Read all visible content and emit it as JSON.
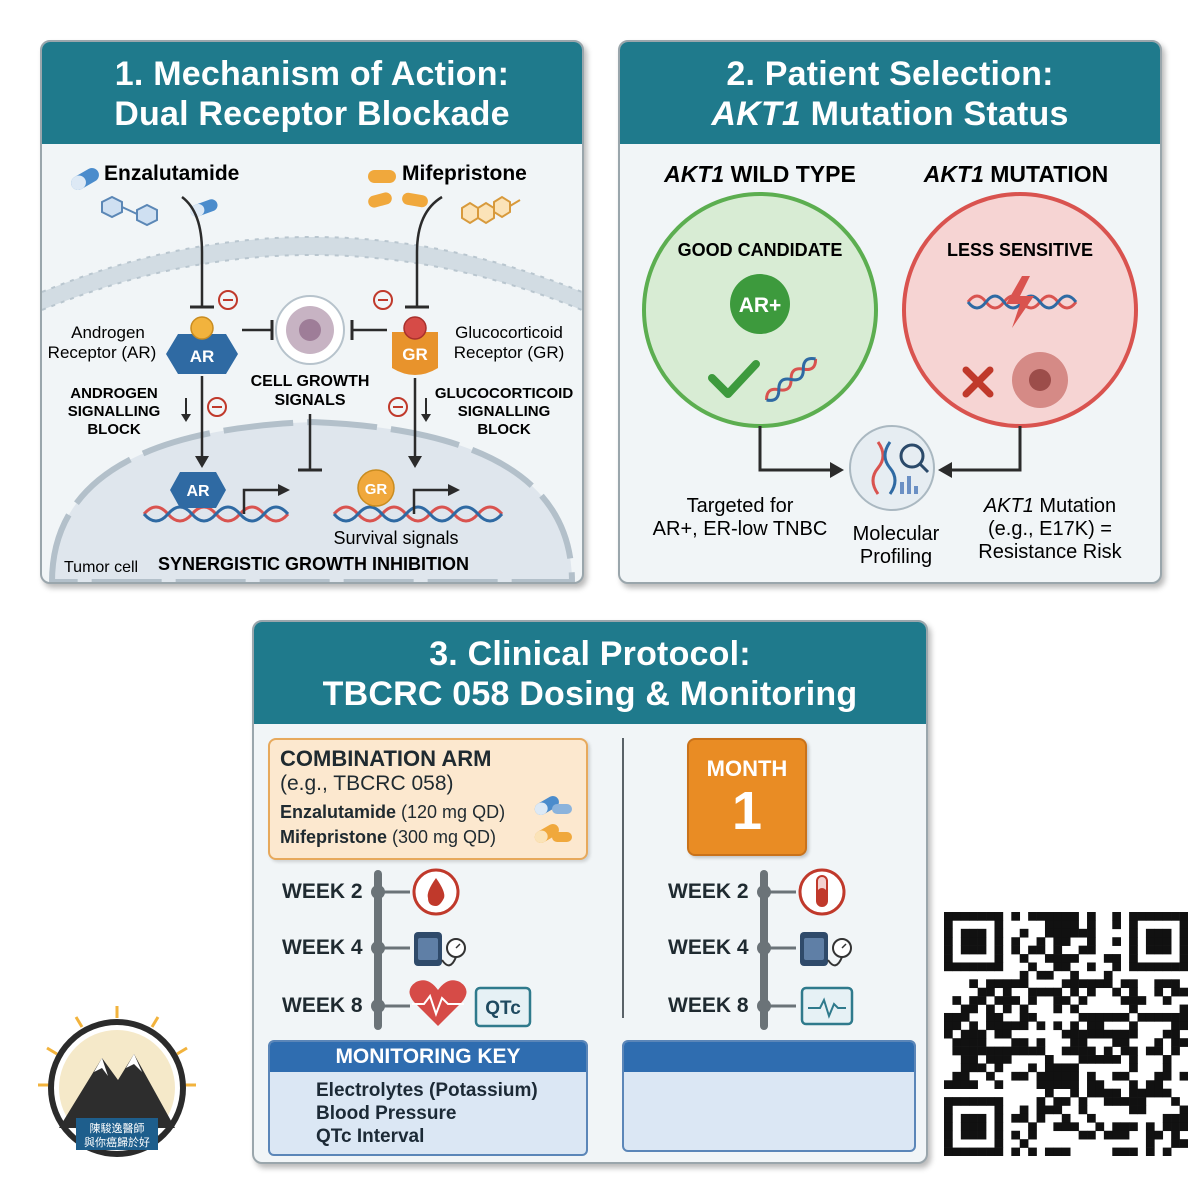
{
  "panel1": {
    "title_line1": "1. Mechanism of Action:",
    "title_line2": "Dual Receptor Blockade",
    "drug_left": "Enzalutamide",
    "drug_right": "Mifepristone",
    "ar_label_line1": "Androgen",
    "ar_label_line2": "Receptor (AR)",
    "gr_label_line1": "Glucocorticoid",
    "gr_label_line2": "Receptor (GR)",
    "ar_badge": "AR",
    "gr_badge": "GR",
    "center_line1": "CELL GROWTH",
    "center_line2": "SIGNALS",
    "ar_block_line1": "ANDROGEN",
    "ar_block_line2": "SIGNALLING",
    "ar_block_line3": "BLOCK",
    "gr_block_line1": "GLUCOCORTICOID",
    "gr_block_line2": "SIGNALLING",
    "gr_block_line3": "BLOCK",
    "survival": "Survival signals",
    "tumor": "Tumor cell",
    "synergy": "SYNERGISTIC GROWTH INHIBITION"
  },
  "panel2": {
    "title_line1": "2. Patient Selection:",
    "title_gene": "AKT1",
    "title_rest": " Mutation Status",
    "wt_gene": "AKT1",
    "wt_rest": " WILD TYPE",
    "mut_gene": "AKT1",
    "mut_rest": " MUTATION",
    "good": "GOOD CANDIDATE",
    "less": "LESS SENSITIVE",
    "ar_plus": "AR+",
    "targeted_line1": "Targeted for",
    "targeted_line2": "AR+, ER-low TNBC",
    "profiling_line1": "Molecular",
    "profiling_line2": "Profiling",
    "resist_gene": "AKT1",
    "resist_line1_rest": " Mutation",
    "resist_line2": "(e.g., E17K) =",
    "resist_line3": "Resistance Risk"
  },
  "panel3": {
    "title_line1": "3. Clinical Protocol:",
    "title_line2": "TBCRC 058 Dosing & Monitoring",
    "arm_title": "COMBINATION ARM",
    "arm_sub": "(e.g., TBCRC 058)",
    "drug1_name": "Enzalutamide",
    "drug1_dose": " (120 mg QD)",
    "drug2_name": "Mifepristone",
    "drug2_dose": " (300 mg QD)",
    "weeks_left": [
      "WEEK 2",
      "WEEK 4",
      "WEEK 8"
    ],
    "weeks_right": [
      "WEEK 2",
      "WEEK 4",
      "WEEK 8"
    ],
    "qtc": "QTc",
    "month_label": "MONTH",
    "month_num": "1",
    "key_title": "MONITORING KEY",
    "key_items": [
      "Electrolytes (Potassium)",
      "Blood Pressure",
      "QTc Interval"
    ]
  },
  "logo": {
    "line1": "陳駿逸醫師",
    "line2": "與你癌歸於好"
  },
  "colors": {
    "teal": "#1f7a8c",
    "blue_receptor": "#2f6aa3",
    "orange_receptor": "#e8932c",
    "green": "#4caf50",
    "red": "#d9534f",
    "month_orange": "#e98c24",
    "key_blue": "#2f6db0"
  }
}
